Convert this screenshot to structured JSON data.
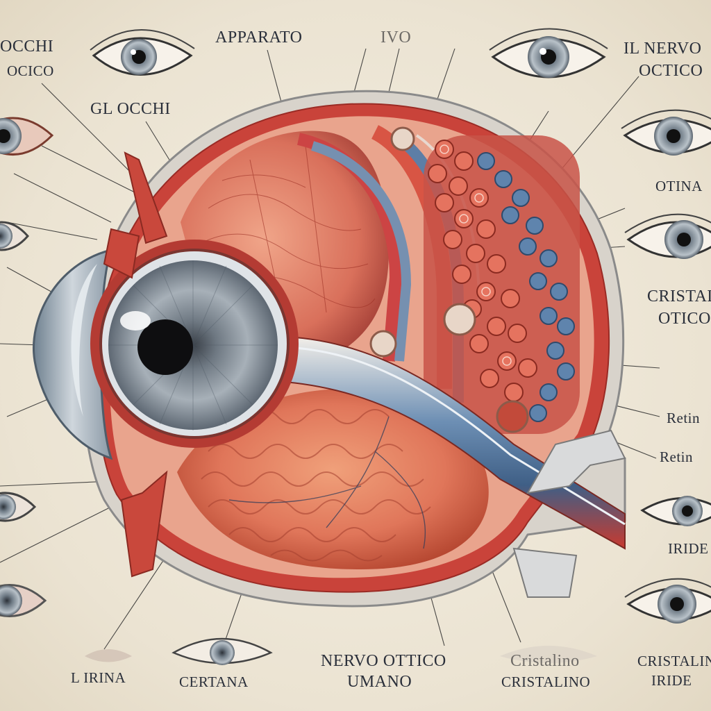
{
  "labels": {
    "occhi_top_left": "OCCHI",
    "ocico": "OCICO",
    "gl_occhi": "GL OCCHI",
    "apparato": "APPARATO",
    "ivo": "IVO",
    "il_nervo": "IL NERVO",
    "ottico": "OCTICO",
    "otina": "OTINA",
    "cristal_right": "CRISTALI",
    "otico_right": "OTICO",
    "retin_1": "Retin",
    "retin_2": "Retin",
    "iride_right": "IRIDE",
    "l_irina": "L IRINA",
    "certana": "CERTANA",
    "nervo_ottico": "NERVO OTTICO",
    "umano": "UMANO",
    "cristalino_faint": "Cristalino",
    "cristalino": "CRISTALINO",
    "cristalin_br": "CRISTALIN",
    "iride_br": "IRIDE"
  },
  "colors": {
    "paper": "#efe8d9",
    "muscle_red": "#c63a2e",
    "tissue_orange": "#e07a55",
    "nerve_blue": "#5b7fa8",
    "iris_gray": "#8a96a3",
    "ink": "#2a2f3a"
  }
}
